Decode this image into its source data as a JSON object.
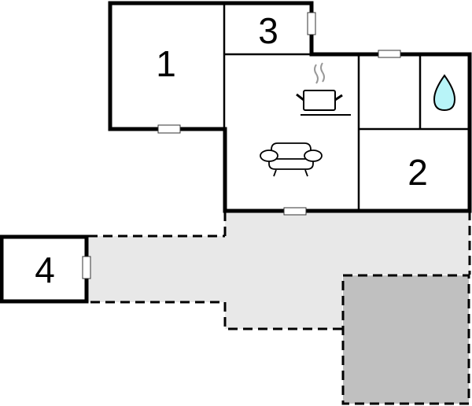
{
  "diagram": {
    "type": "floor-plan",
    "rooms": [
      {
        "id": "room-1",
        "label": "1"
      },
      {
        "id": "room-2",
        "label": "2"
      },
      {
        "id": "room-3",
        "label": "3"
      },
      {
        "id": "room-4",
        "label": "4"
      }
    ],
    "icons": [
      "kitchen-pot-icon",
      "sofa-icon",
      "water-drop-icon"
    ],
    "areas": [
      {
        "id": "terrace",
        "style": "dashed-outline",
        "fill": "#e8e8e8"
      },
      {
        "id": "covered-area",
        "style": "dashed-outline",
        "fill": "#c0c0c0"
      }
    ],
    "colors": {
      "wall": "#000000",
      "terrace": "#e8e8e8",
      "covered": "#c0c0c0",
      "water": "#b8f4f8",
      "steam": "#999999"
    }
  }
}
